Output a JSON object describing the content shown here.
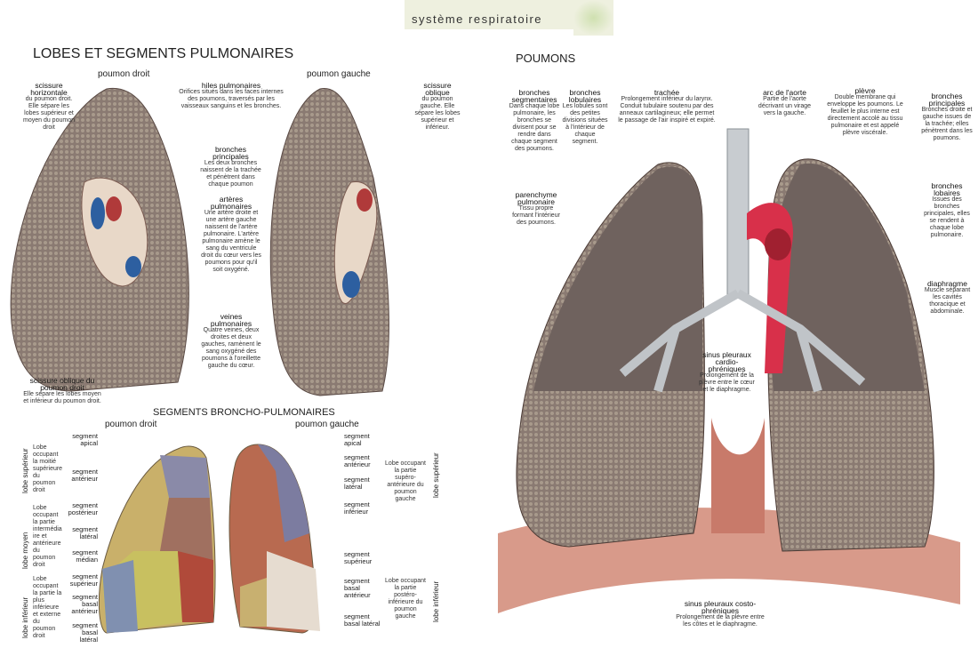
{
  "header": {
    "title": "système respiratoire"
  },
  "left": {
    "title": "LOBES ET SEGMENTS PULMONAIRES",
    "right_lung": "poumon droit",
    "left_lung": "poumon gauche",
    "labels": [
      {
        "title": "scissure horizontale",
        "text": "du poumon droit. Elle sépare les lobes supérieur et moyen du poumon droit"
      },
      {
        "title": "hiles pulmonaires",
        "text": "Orifices situés dans les faces internes des poumons, traversés par les vaisseaux sanguins et les bronches."
      },
      {
        "title": "scissure oblique",
        "text": "du poumon gauche. Elle sépare les lobes supérieur et inférieur."
      },
      {
        "title": "bronches principales",
        "text": "Les deux bronches naissent de la trachée et pénètrent dans chaque poumon"
      },
      {
        "title": "artères pulmonaires",
        "text": "Une artère droite et une artère gauche naissent de l'artère pulmonaire. L'artère pulmonaire amène le sang du ventricule droit du cœur vers les poumons pour qu'il soit oxygéné."
      },
      {
        "title": "veines pulmonaires",
        "text": "Quatre veines, deux droites et deux gauches, ramènent le sang oxygéné des poumons à l'oreillette gauche du cœur."
      },
      {
        "title": "scissure oblique du poumon droit",
        "text": "Elle sépare les lobes moyen et inférieur du poumon droit."
      }
    ],
    "segments_title": "SEGMENTS BRONCHO-PULMONAIRES",
    "right_segments": [
      "segment apical",
      "segment antérieur",
      "segment postérieur",
      "segment latéral",
      "segment médian",
      "segment supérieur",
      "segment basal antérieur",
      "segment basal latéral"
    ],
    "left_segments": [
      "segment apical",
      "segment antérieur",
      "segment latéral",
      "segment inférieur",
      "segment supérieur",
      "segment basal antérieur",
      "segment basal latéral"
    ],
    "lobes_right": [
      {
        "name": "lobe supérieur",
        "text": "Lobe occupant la moitié supérieure du poumon droit"
      },
      {
        "name": "lobe moyen",
        "text": "Lobe occupant la partie intermédiaire et antérieure du poumon droit"
      },
      {
        "name": "lobe inférieur",
        "text": "Lobe occupant la partie la plus inférieure et externe du poumon droit"
      }
    ],
    "lobes_left": [
      {
        "name": "lobe supérieur",
        "text": "Lobe occupant la partie supéro-antérieure du poumon gauche"
      },
      {
        "name": "lobe inférieur",
        "text": "Lobe occupant la partie postéro-inférieure du poumon gauche"
      }
    ]
  },
  "right": {
    "title": "POUMONS",
    "labels": [
      {
        "title": "bronches segmentaires",
        "text": "Dans chaque lobe pulmonaire, les bronches se divisent pour se rendre dans chaque segment des poumons."
      },
      {
        "title": "bronches lobulaires",
        "text": "Les lobules sont des petites divisions situées à l'intérieur de chaque segment."
      },
      {
        "title": "trachée",
        "text": "Prolongement inférieur du larynx. Conduit tubulaire soutenu par des anneaux cartilagineux; elle permet le passage de l'air inspiré et expiré."
      },
      {
        "title": "arc de l'aorte",
        "text": "Partie de l'aorte décrivant un virage vers la gauche."
      },
      {
        "title": "plèvre",
        "text": "Double membrane qui enveloppe les poumons. Le feuillet le plus interne est directement accolé au tissu pulmonaire et est appelé plèvre viscérale."
      },
      {
        "title": "bronches principales",
        "text": "Bronches droite et gauche issues de la trachée; elles pénètrent dans les poumons."
      },
      {
        "title": "parenchyme pulmonaire",
        "text": "Tissu propre formant l'intérieur des poumons."
      },
      {
        "title": "bronches lobaires",
        "text": "Issues des bronches principales, elles se rendent à chaque lobe pulmonaire."
      },
      {
        "title": "diaphragme",
        "text": "Muscle séparant les cavités thoracique et abdominale."
      },
      {
        "title": "sinus pleuraux cardio-phréniques",
        "text": "Prolongement de la plèvre entre le cœur et le diaphragme."
      },
      {
        "title": "sinus pleuraux costo-phréniques",
        "text": "Prolongement de la plèvre entre les côtes et le diaphragme."
      }
    ]
  }
}
